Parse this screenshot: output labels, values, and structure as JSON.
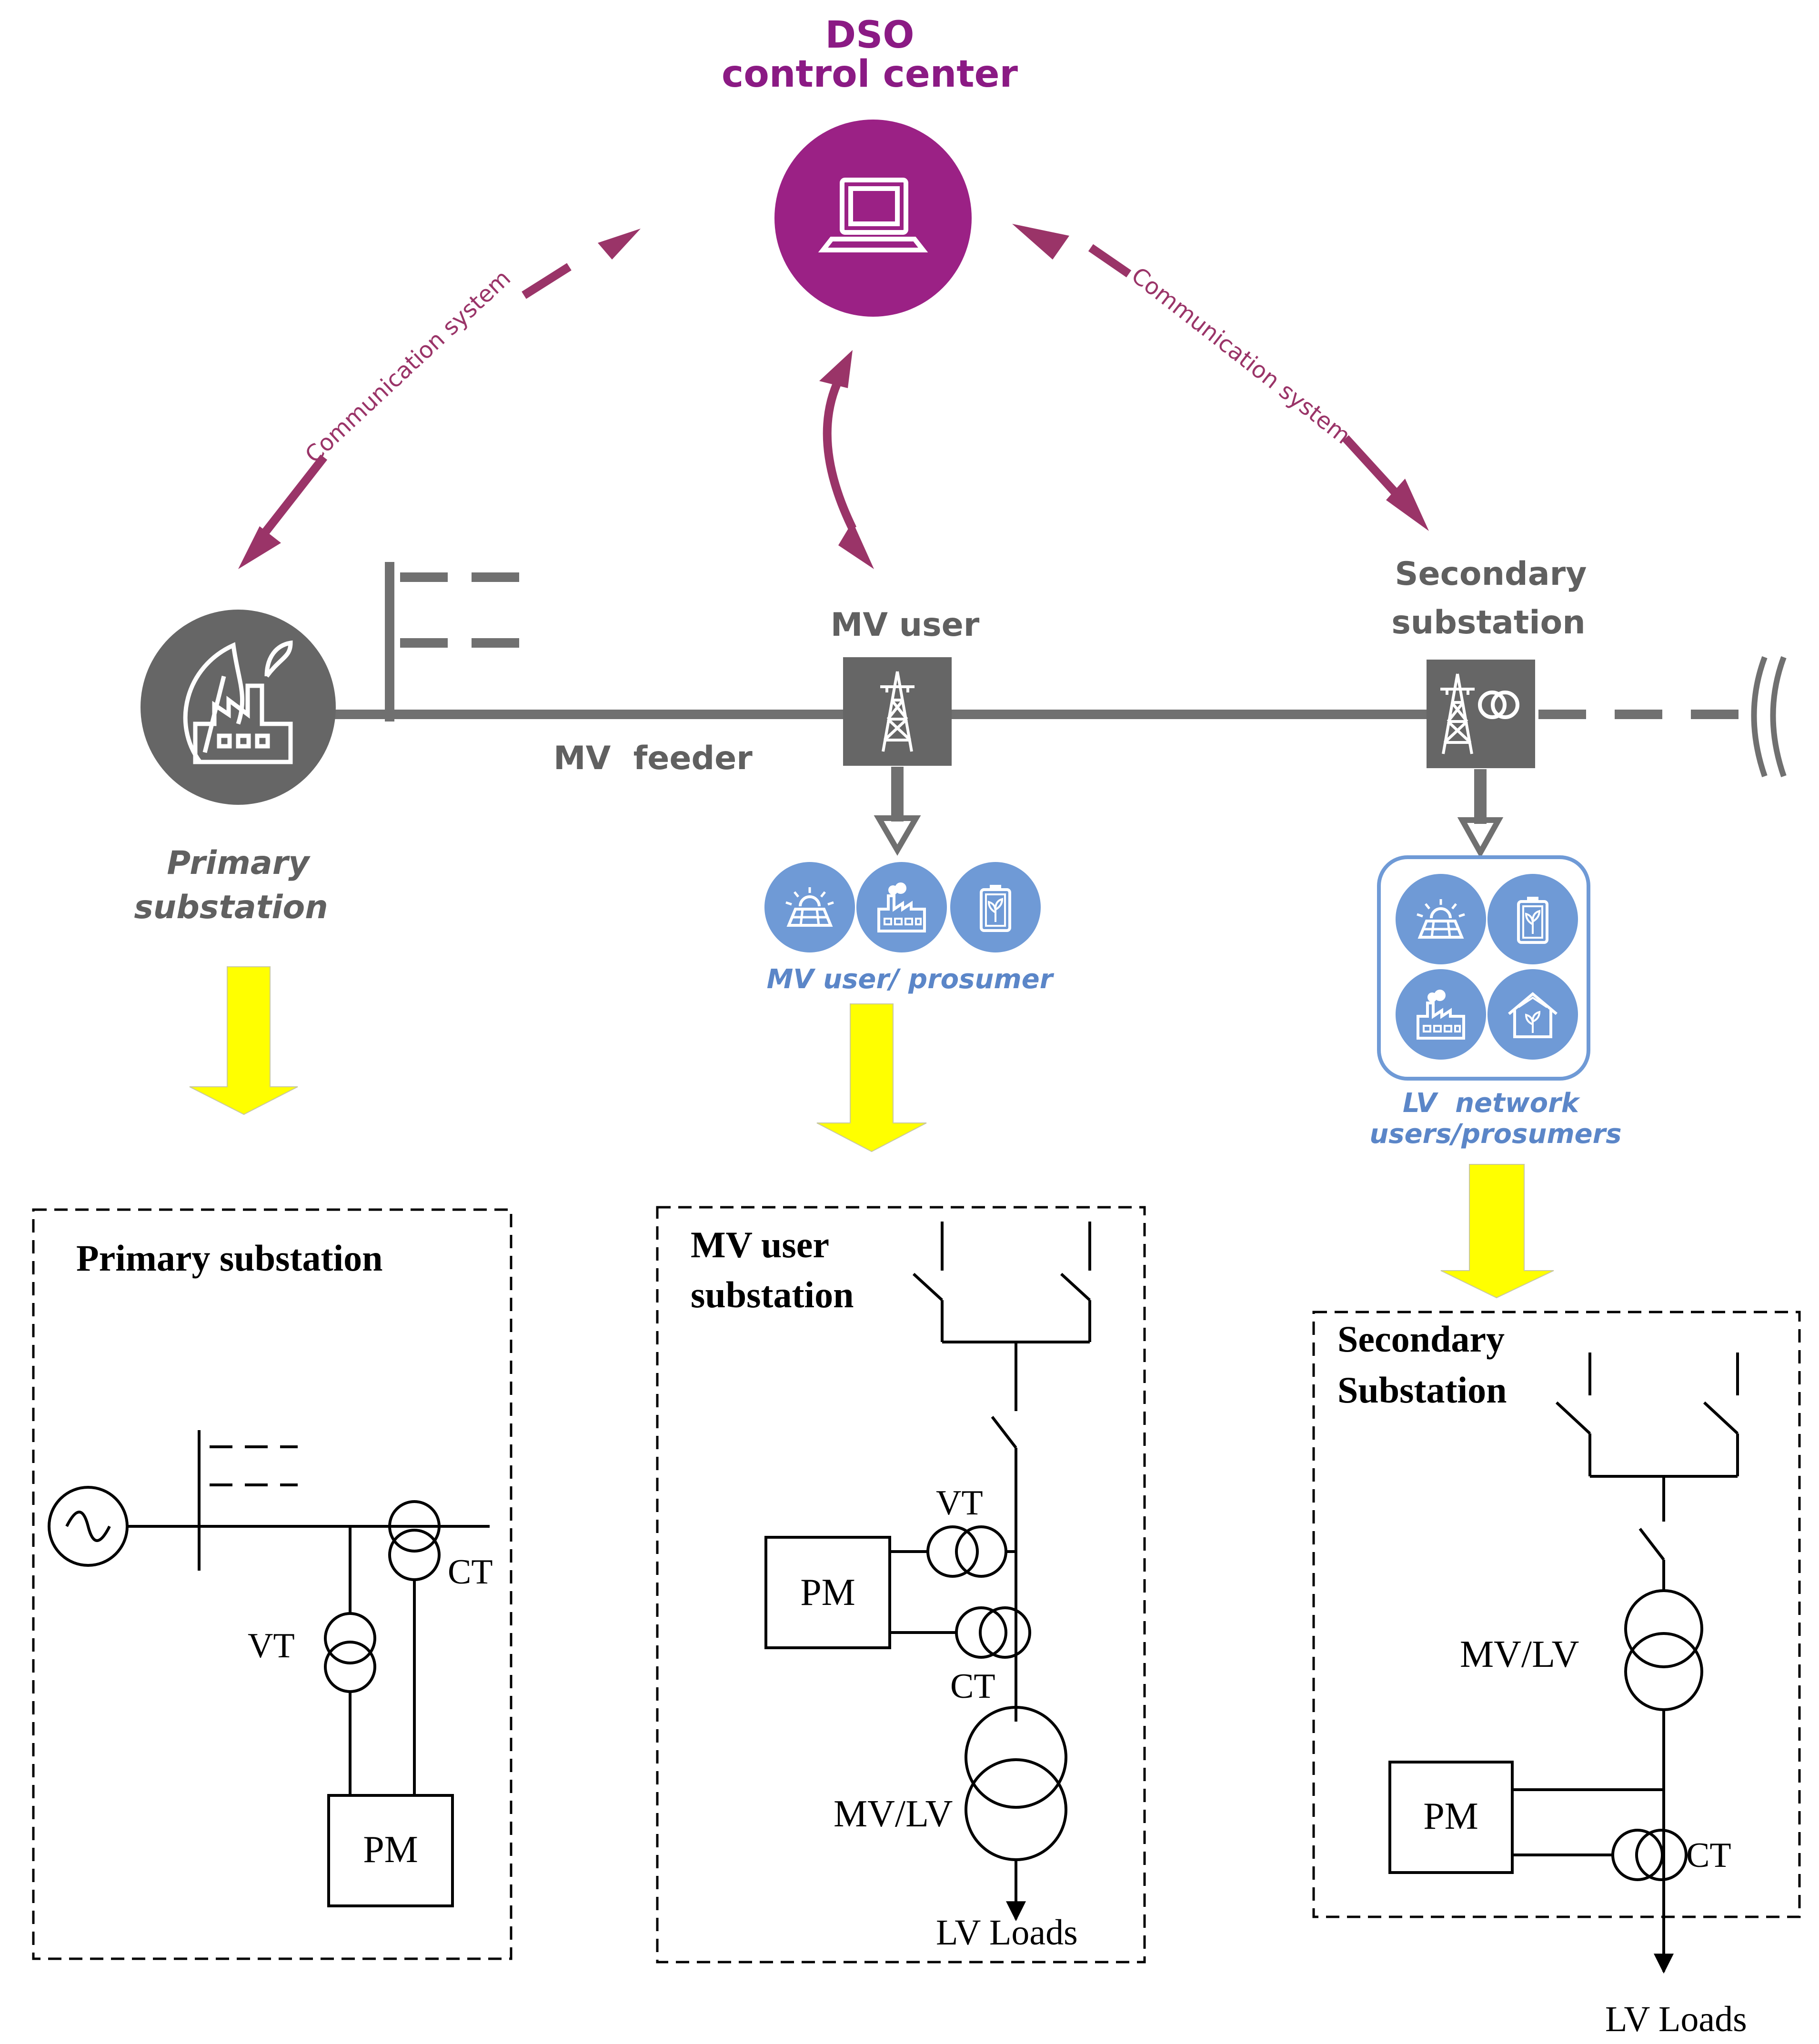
{
  "colors": {
    "dso_purple": "#9b2185",
    "dso_text": "#8b1a84",
    "comm_arrow": "#9a3468",
    "grid_gray": "#707070",
    "prosumer_blue": "#6f9ad6",
    "prosumer_text": "#5b86c8",
    "yellow_arrow": "#ffff00",
    "line_black": "#000000"
  },
  "dso": {
    "title_line1": "DSO",
    "title_line2": "control center",
    "icon": "laptop-icon"
  },
  "communication": {
    "left_label": "Communication system",
    "right_label": "Communication system"
  },
  "network": {
    "feeder_label": "MV  feeder",
    "mv_user_label": "MV user",
    "secondary_label_line1": "Secondary",
    "secondary_label_line2": "substation",
    "primary_label_line1": "Primary",
    "primary_label_line2": "substation",
    "primary_icon": "factory-leaf-icon",
    "mv_user_icon": "power-tower-icon",
    "secondary_icon": "tower-transformer-icon"
  },
  "prosumers": {
    "mv_label": "MV user/ prosumer",
    "mv_icons": [
      "solar-panel-icon",
      "factory-icon",
      "battery-icon"
    ],
    "lv_label_line1": "LV  network",
    "lv_label_line2": "users/prosumers",
    "lv_icons": [
      "solar-panel-icon",
      "battery-icon",
      "factory-icon",
      "green-house-icon"
    ]
  },
  "schematics": {
    "primary": {
      "title": "Primary substation",
      "vt": "VT",
      "ct": "CT",
      "pm": "PM",
      "source_icon": "ac-generator-icon"
    },
    "mv_user": {
      "title_line1": "MV user",
      "title_line2": "substation",
      "vt": "VT",
      "ct": "CT",
      "pm": "PM",
      "transformer": "MV/LV",
      "loads": "LV Loads"
    },
    "secondary": {
      "title_line1": "Secondary",
      "title_line2": "Substation",
      "transformer": "MV/LV",
      "pm": "PM",
      "ct": "CT",
      "loads": "LV Loads"
    }
  }
}
